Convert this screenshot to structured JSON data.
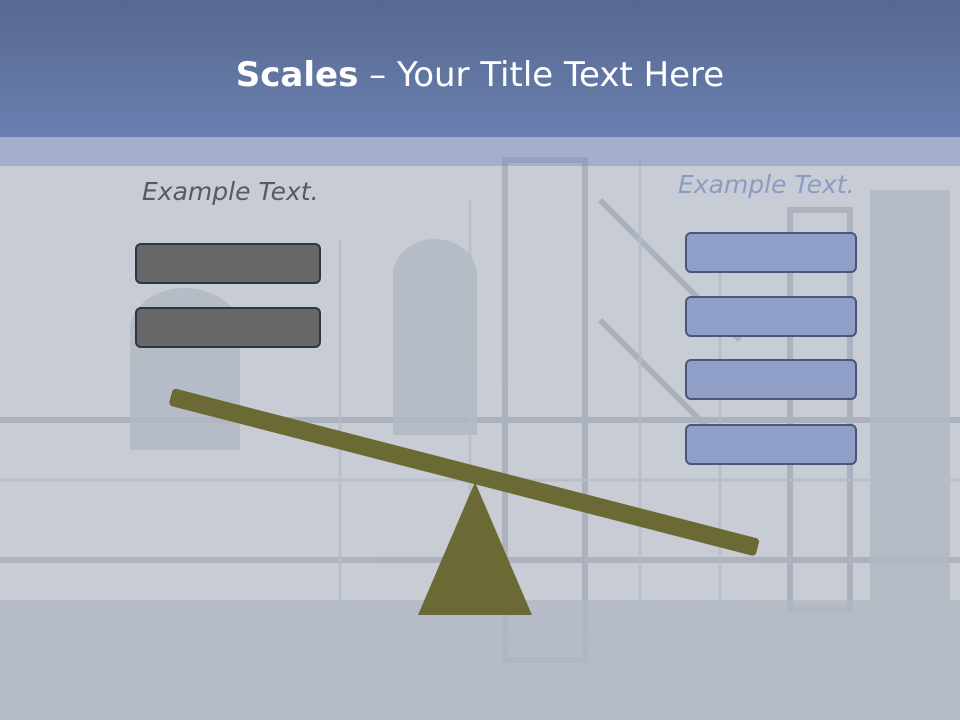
{
  "slide": {
    "title_bold": "Scales",
    "title_rest": " – Your Title Text Here"
  },
  "left_pan": {
    "label": "Example Text.",
    "box_count": 2
  },
  "right_pan": {
    "label": "Example Text.",
    "box_count": 4
  },
  "colors": {
    "title_bar": "#6a7fb0",
    "beam": "#6b6934",
    "left_box": "#686868",
    "right_box": "#8f9fc8"
  }
}
